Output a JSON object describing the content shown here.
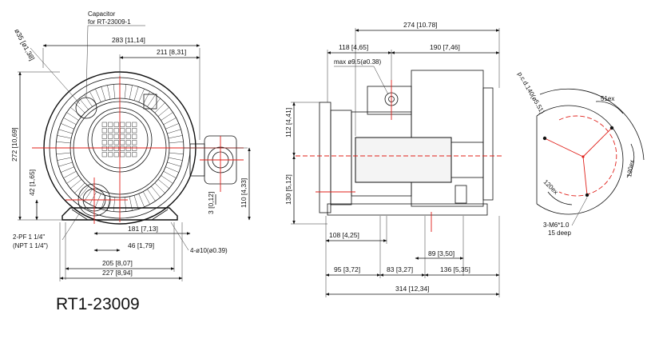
{
  "model": "RT1-23009",
  "callouts": {
    "capacitor_line1": "Capacitor",
    "capacitor_line2": "for RT-23009-1",
    "port_line1": "2-PF 1 1/4\"",
    "port_line2": "(NPT 1 1/4\")",
    "mount_holes": "4-ø10(ø0.39)",
    "max_dia": "max ø9.5(ø0.38)",
    "pcd": "p.c.d.140(ø5.51)",
    "tap_line1": "3-M6*1.0",
    "tap_line2": "15 deep",
    "angle_51": "51ex",
    "angle_120a": "120ex",
    "angle_120b": "120ex"
  },
  "front_view": {
    "dia35": "ø35 [ø1,38]",
    "d283": "283 [11,14]",
    "d211": "211 [8,31]",
    "d272": "272 [10,69]",
    "d42": "42 [1,65]",
    "d3": "3 [0,12]",
    "d110": "110 [4,33]",
    "d181": "181 [7,13]",
    "d46": "46 [1,79]",
    "d205": "205 [8,07]",
    "d227": "227 [8,94]"
  },
  "side_view": {
    "d274": "274 [10.78]",
    "d118": "118 [4,65]",
    "d190": "190 [7,46]",
    "d112": "112 [4,41]",
    "d130": "130 [5,12]",
    "d108": "108 [4,25]",
    "d89": "89 [3,50]",
    "d95": "95 [3,72]",
    "d83": "83 [3,27]",
    "d136": "136 [5,35]",
    "d314": "314 [12,34]"
  }
}
